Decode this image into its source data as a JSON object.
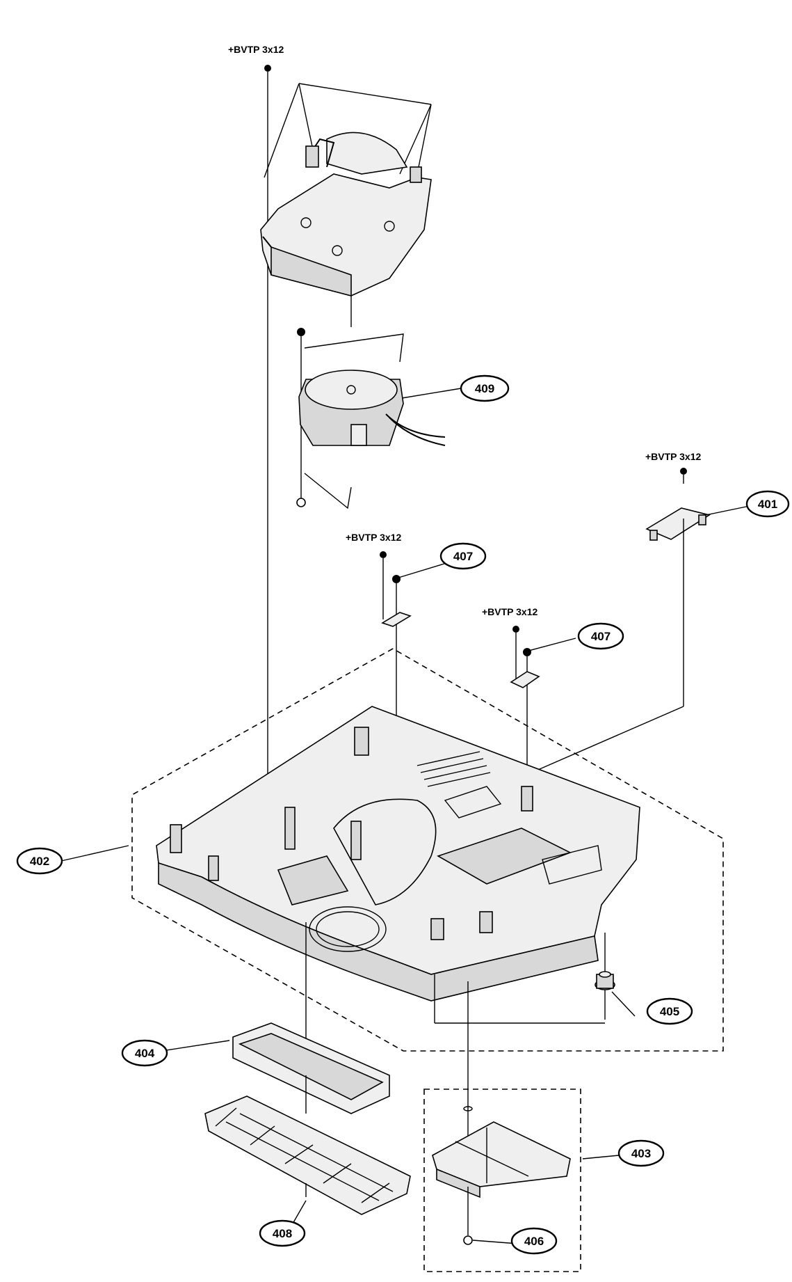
{
  "screw_spec": "+BVTP 3x12",
  "callouts": {
    "c401": "401",
    "c402": "402",
    "c403": "403",
    "c404": "404",
    "c405": "405",
    "c406": "406",
    "c407a": "407",
    "c407b": "407",
    "c408": "408",
    "c409": "409"
  }
}
